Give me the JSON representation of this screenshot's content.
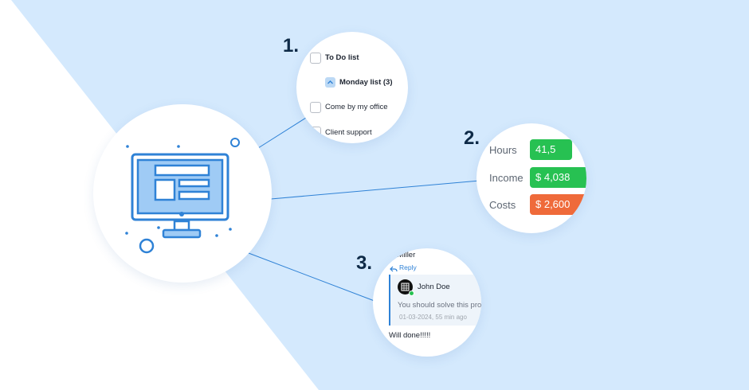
{
  "steps": [
    "1.",
    "2.",
    "3."
  ],
  "colors": {
    "background": "#d4e9fd",
    "white_panel": "#ffffff",
    "monitor_blue": "#2f82d6",
    "monitor_fill": "#9fcbf5",
    "green": "#27c152",
    "orange": "#ef6a3a",
    "step_number": "#0e2a47"
  },
  "todo": {
    "title": "To Do list",
    "group": "Monday list (3)",
    "items": [
      "Come by my office",
      "Client support"
    ]
  },
  "stats": [
    {
      "label": "Hours",
      "value": "41,5",
      "color": "#27c152"
    },
    {
      "label": "Income",
      "value": "$ 4,038",
      "color": "#27c152"
    },
    {
      "label": "Costs",
      "value": "$ 2,600",
      "color": "#ef6a3a"
    }
  ],
  "comment": {
    "author_partial": "rk Miller",
    "reply": "Reply",
    "quoted_author": "John Doe",
    "quoted_text": "You should solve this pro",
    "quoted_meta": "01-03-2024, 55 min ago",
    "response": "Will done!!!!!"
  }
}
